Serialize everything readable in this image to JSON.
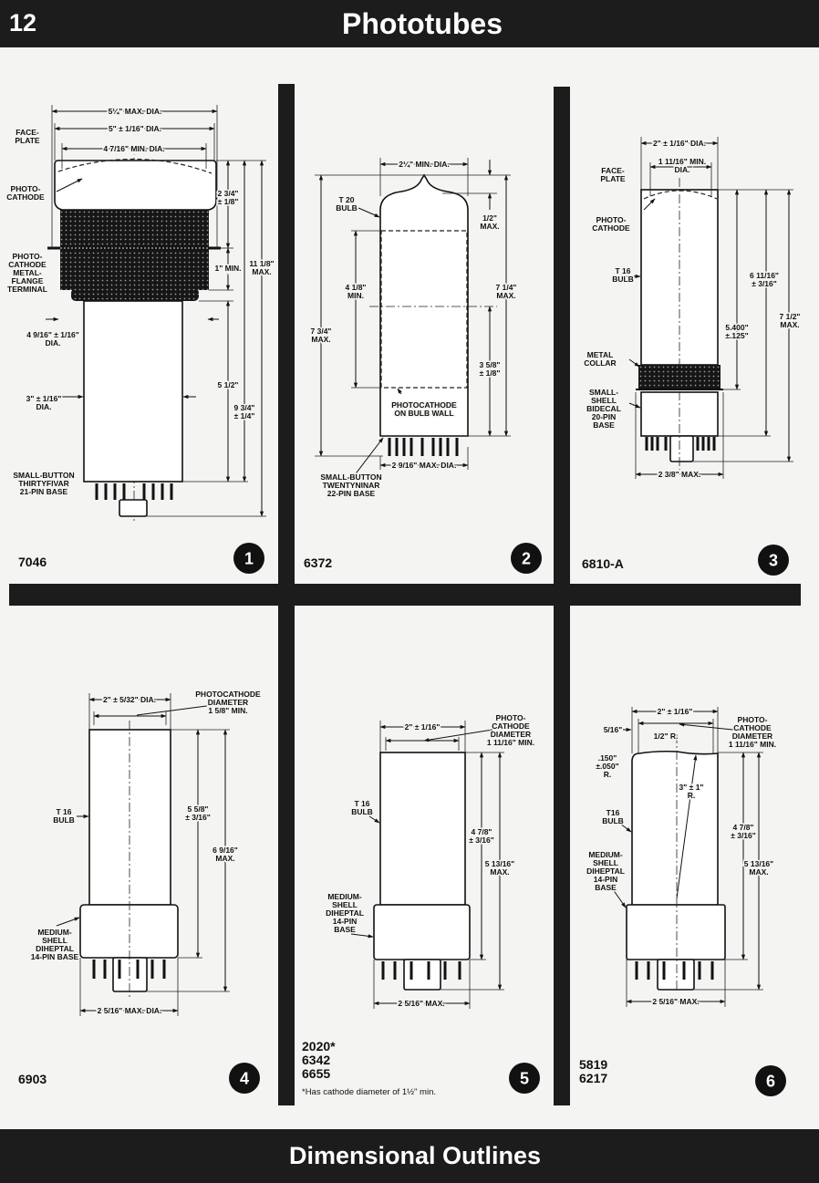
{
  "header": {
    "page_number": "12",
    "title": "Phototubes"
  },
  "footer": {
    "title": "Dimensional Outlines"
  },
  "panels": [
    {
      "number": "1",
      "models": [
        "7046"
      ],
      "labels": {
        "max_dia": [
          "5¼\" MAX. DIA."
        ],
        "dia": [
          "5\" ± 1/16\" DIA."
        ],
        "min_dia": [
          "4 7/16\" MIN. DIA."
        ],
        "faceplate": [
          "FACE-",
          "PLATE"
        ],
        "photocathode": [
          "PHOTO-",
          "CATHODE"
        ],
        "flange": [
          "PHOTO-",
          "CATHODE",
          "METAL-",
          "FLANGE",
          "TERMINAL"
        ],
        "flange_dia": [
          "4 9/16\" ± 1/16\"",
          "DIA."
        ],
        "body_dia": [
          "3\" ± 1/16\"",
          "DIA."
        ],
        "base": [
          "SMALL-BUTTON",
          "THIRTYFIVAR",
          "21-PIN BASE"
        ],
        "h1": [
          "2 3/4\"",
          "± 1/8\""
        ],
        "h2": [
          "1\" MIN."
        ],
        "h3": [
          "9 3/4\"",
          "± 1/4\""
        ],
        "h4": [
          "5 1/2\""
        ],
        "h5": [
          "11 1/8\"",
          "MAX."
        ]
      }
    },
    {
      "number": "2",
      "models": [
        "6372"
      ],
      "labels": {
        "min_dia": [
          "2¼\" MIN. DIA."
        ],
        "bulb": [
          "T 20",
          "BULB"
        ],
        "cath_h": [
          "4 1/8\"",
          "MIN."
        ],
        "overall": [
          "7 3/4\"",
          "MAX."
        ],
        "tip": [
          "1/2\"",
          "MAX."
        ],
        "seated": [
          "7 1/4\"",
          "MAX."
        ],
        "center": [
          "3 5/8\"",
          "± 1/8\""
        ],
        "cathode": [
          "PHOTOCATHODE",
          "ON BULB WALL"
        ],
        "base_dia": [
          "2 9/16\" MAX. DIA."
        ],
        "base": [
          "SMALL-BUTTON",
          "TWENTYNINAR",
          "22-PIN BASE"
        ]
      }
    },
    {
      "number": "3",
      "models": [
        "6810-A"
      ],
      "labels": {
        "dia": [
          "2\" ± 1/16\" DIA."
        ],
        "min_dia": [
          "1 11/16\" MIN.",
          "DIA."
        ],
        "faceplate": [
          "FACE-",
          "PLATE"
        ],
        "photocathode": [
          "PHOTO-",
          "CATHODE"
        ],
        "bulb": [
          "T 16",
          "BULB"
        ],
        "collar": [
          "METAL",
          "COLLAR"
        ],
        "base": [
          "SMALL-",
          "SHELL",
          "BIDECAL",
          "20-PIN",
          "BASE"
        ],
        "h1": [
          "5.400\"",
          "±.125\""
        ],
        "h2": [
          "6 11/16\"",
          "± 3/16\""
        ],
        "h3": [
          "7 1/2\"",
          "MAX."
        ],
        "base_dia": [
          "2 3/8\" MAX."
        ]
      }
    },
    {
      "number": "4",
      "models": [
        "6903"
      ],
      "labels": {
        "dia": [
          "2\" ± 5/32\" DIA."
        ],
        "cathode": [
          "PHOTOCATHODE",
          "DIAMETER",
          "1 5/8\" MIN."
        ],
        "bulb": [
          "T 16",
          "BULB"
        ],
        "h1": [
          "5 5/8\"",
          "± 3/16\""
        ],
        "h2": [
          "6 9/16\"",
          "MAX."
        ],
        "base": [
          "MEDIUM-",
          "SHELL",
          "DIHEPTAL",
          "14-PIN BASE"
        ],
        "base_dia": [
          "2 5/16\" MAX. DIA."
        ]
      }
    },
    {
      "number": "5",
      "models": [
        "2020*",
        "6342",
        "6655"
      ],
      "footnote": "*Has cathode diameter of 1½\" min.",
      "labels": {
        "dia": [
          "2\" ± 1/16\""
        ],
        "cathode": [
          "PHOTO-",
          "CATHODE",
          "DIAMETER",
          "1 11/16\" MIN."
        ],
        "bulb": [
          "T 16",
          "BULB"
        ],
        "h1": [
          "4 7/8\"",
          "± 3/16\""
        ],
        "h2": [
          "5 13/16\"",
          "MAX."
        ],
        "base": [
          "MEDIUM-",
          "SHELL",
          "DIHEPTAL",
          "14-PIN",
          "BASE"
        ],
        "base_dia": [
          "2 5/16\" MAX."
        ]
      }
    },
    {
      "number": "6",
      "models": [
        "5819",
        "6217"
      ],
      "labels": {
        "dia": [
          "2\" ± 1/16\""
        ],
        "edge": [
          "5/16\""
        ],
        "r_half": [
          "1/2\" R."
        ],
        "cathode": [
          "PHOTO-",
          "CATHODE",
          "DIAMETER",
          "1 11/16\" MIN."
        ],
        "corner": [
          ".150\"",
          "±.050\"",
          "R."
        ],
        "face_r": [
          "3\" ± 1\"",
          "R."
        ],
        "bulb": [
          "T16",
          "BULB"
        ],
        "base": [
          "MEDIUM-",
          "SHELL",
          "DIHEPTAL",
          "14-PIN",
          "BASE"
        ],
        "h1": [
          "4 7/8\"",
          "± 3/16\""
        ],
        "h2": [
          "5 13/16\"",
          "MAX."
        ],
        "base_dia": [
          "2 5/16\" MAX."
        ]
      }
    }
  ]
}
